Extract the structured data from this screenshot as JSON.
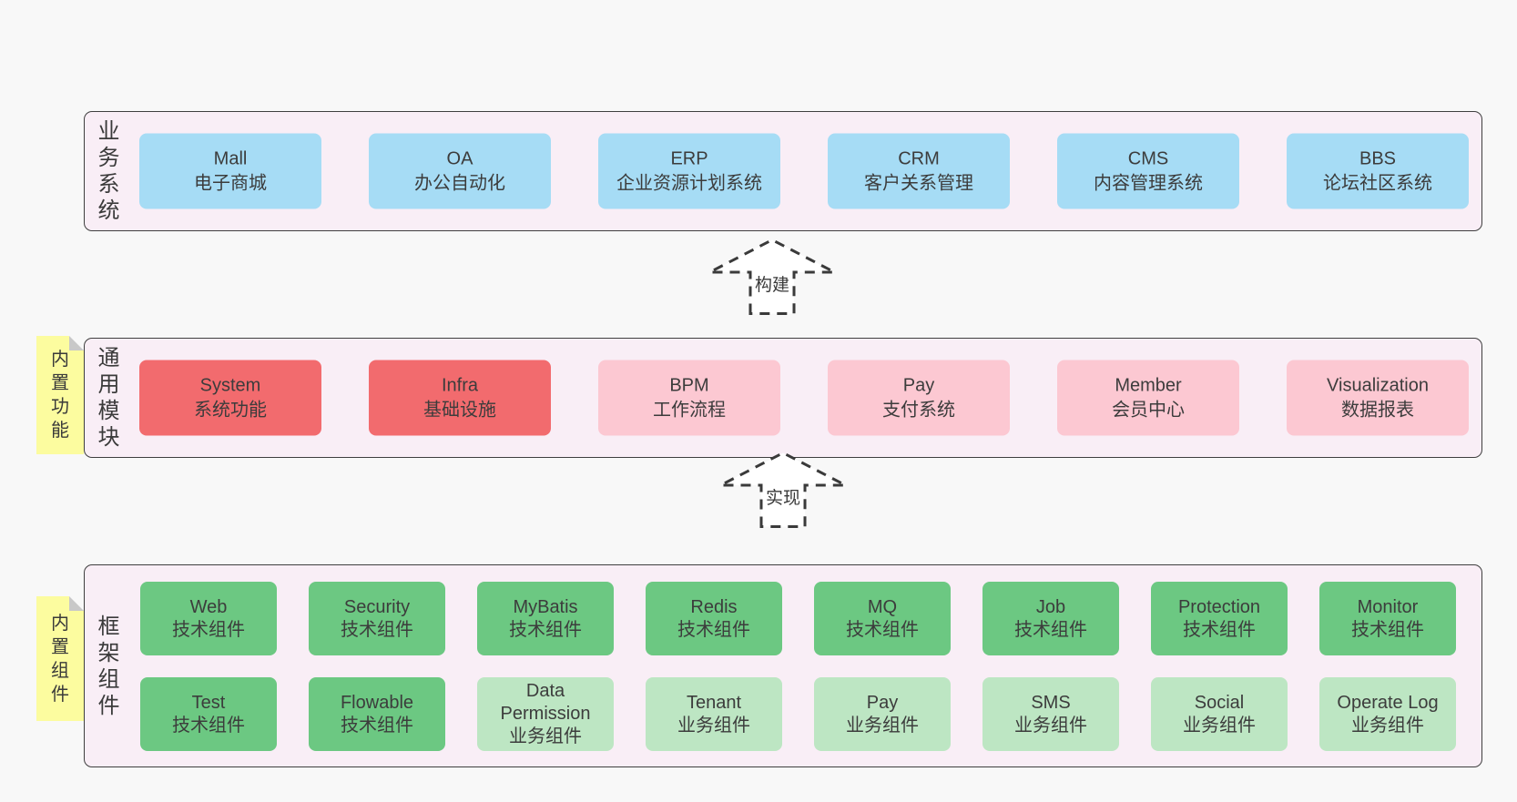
{
  "colors": {
    "page_bg": "#f8f8f8",
    "band_fill": "#f9eef6",
    "band_border": "#3f3f3f",
    "blue_box": "#a6dcf5",
    "red_box": "#f26b6e",
    "pink_box": "#fcc8d2",
    "green_box": "#6cc882",
    "light_green_box": "#bde6c3",
    "sticky_yellow": "#fcfc9f",
    "fold_gray": "#c8c8c8",
    "text": "#3c3c3c"
  },
  "arrows": [
    {
      "label": "构建"
    },
    {
      "label": "实现"
    }
  ],
  "bands": [
    {
      "label": "业务系统",
      "boxes": [
        {
          "name": "Mall",
          "desc": "电子商城",
          "variant": "blue"
        },
        {
          "name": "OA",
          "desc": "办公自动化",
          "variant": "blue"
        },
        {
          "name": "ERP",
          "desc": "企业资源计划系统",
          "variant": "blue"
        },
        {
          "name": "CRM",
          "desc": "客户关系管理",
          "variant": "blue"
        },
        {
          "name": "CMS",
          "desc": "内容管理系统",
          "variant": "blue"
        },
        {
          "name": "BBS",
          "desc": "论坛社区系统",
          "variant": "blue"
        }
      ]
    },
    {
      "tab": "内置功能",
      "label": "通用模块",
      "boxes": [
        {
          "name": "System",
          "desc": "系统功能",
          "variant": "red"
        },
        {
          "name": "Infra",
          "desc": "基础设施",
          "variant": "red"
        },
        {
          "name": "BPM",
          "desc": "工作流程",
          "variant": "pink"
        },
        {
          "name": "Pay",
          "desc": "支付系统",
          "variant": "pink"
        },
        {
          "name": "Member",
          "desc": "会员中心",
          "variant": "pink"
        },
        {
          "name": "Visualization",
          "desc": "数据报表",
          "variant": "pink"
        }
      ]
    },
    {
      "tab": "内置组件",
      "label": "框架组件",
      "rows": [
        [
          {
            "name": "Web",
            "desc": "技术组件",
            "variant": "green"
          },
          {
            "name": "Security",
            "desc": "技术组件",
            "variant": "green"
          },
          {
            "name": "MyBatis",
            "desc": "技术组件",
            "variant": "green"
          },
          {
            "name": "Redis",
            "desc": "技术组件",
            "variant": "green"
          },
          {
            "name": "MQ",
            "desc": "技术组件",
            "variant": "green"
          },
          {
            "name": "Job",
            "desc": "技术组件",
            "variant": "green"
          },
          {
            "name": "Protection",
            "desc": "技术组件",
            "variant": "green"
          },
          {
            "name": "Monitor",
            "desc": "技术组件",
            "variant": "green"
          }
        ],
        [
          {
            "name": "Test",
            "desc": "技术组件",
            "variant": "green"
          },
          {
            "name": "Flowable",
            "desc": "技术组件",
            "variant": "green"
          },
          {
            "name": "Data Permission",
            "desc": "业务组件",
            "variant": "lightgreen"
          },
          {
            "name": "Tenant",
            "desc": "业务组件",
            "variant": "lightgreen"
          },
          {
            "name": "Pay",
            "desc": "业务组件",
            "variant": "lightgreen"
          },
          {
            "name": "SMS",
            "desc": "业务组件",
            "variant": "lightgreen"
          },
          {
            "name": "Social",
            "desc": "业务组件",
            "variant": "lightgreen"
          },
          {
            "name": "Operate Log",
            "desc": "业务组件",
            "variant": "lightgreen"
          }
        ]
      ]
    }
  ]
}
